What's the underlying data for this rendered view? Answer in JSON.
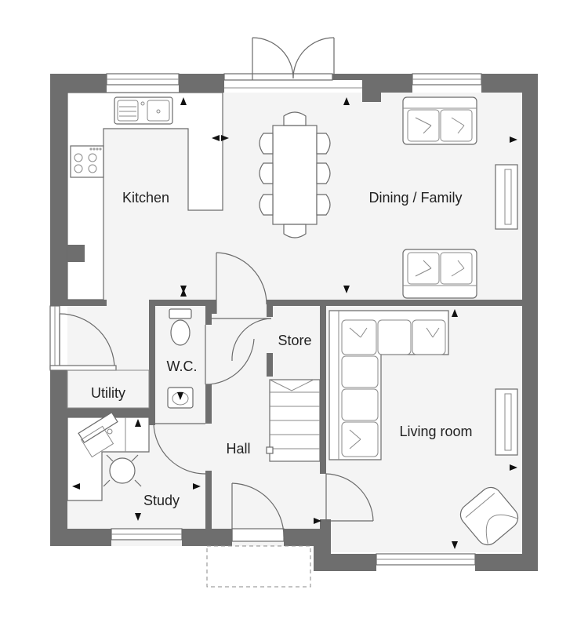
{
  "rooms": {
    "kitchen": "Kitchen",
    "dining_family": "Dining / Family",
    "store": "Store",
    "wc": "W.C.",
    "utility": "Utility",
    "hall": "Hall",
    "living_room": "Living room",
    "study": "Study"
  },
  "colors": {
    "wall": "#6e6e6e",
    "floor": "#f4f4f4",
    "fixture_line": "#6b6b6b"
  },
  "icons": [
    "sink-icon",
    "hob-icon",
    "dining-table-icon",
    "sofa-icon",
    "tv-unit-icon",
    "toilet-icon",
    "basin-icon",
    "desk-icon",
    "chair-icon",
    "armchair-icon",
    "stairs-icon",
    "door-swing-icon",
    "dimension-arrow-icon"
  ]
}
